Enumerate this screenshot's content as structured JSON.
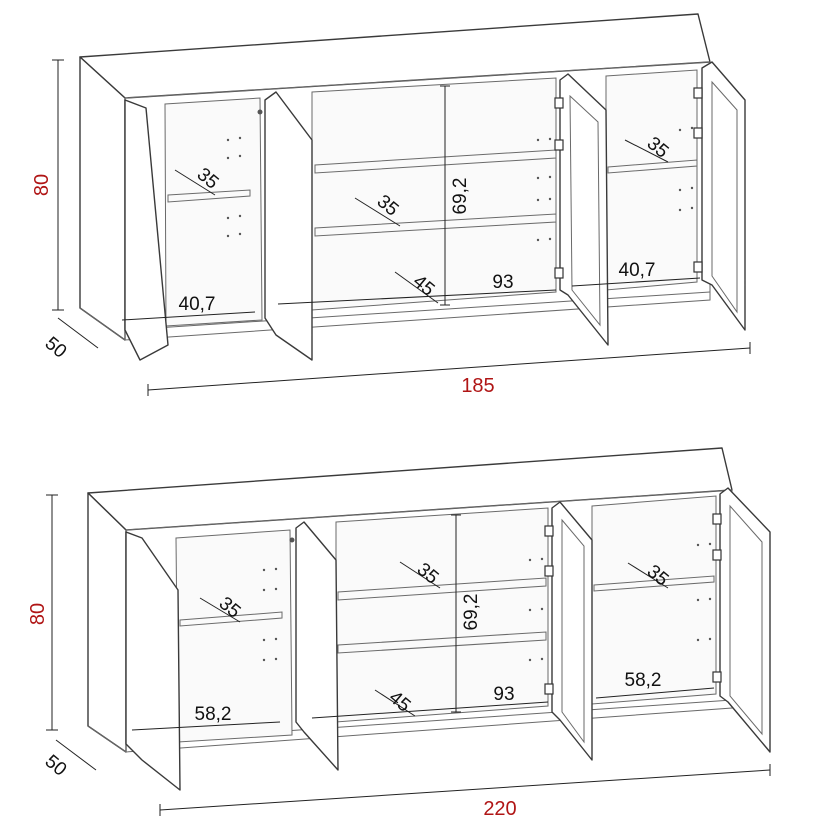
{
  "diagrams": [
    {
      "height": "80",
      "depth": "50",
      "width": "185",
      "shelf_depth_left": "35",
      "shelf_depth_middle": "35",
      "shelf_depth_right": "35",
      "interior_height": "69,2",
      "inner_depth_middle": "45",
      "inner_width_middle": "93",
      "inner_width_left": "40,7",
      "inner_width_right": "40,7"
    },
    {
      "height": "80",
      "depth": "50",
      "width": "220",
      "shelf_depth_left": "35",
      "shelf_depth_middle": "35",
      "shelf_depth_right": "35",
      "interior_height": "69,2",
      "inner_depth_middle": "45",
      "inner_width_middle": "93",
      "inner_width_left": "58,2",
      "inner_width_right": "58,2"
    }
  ],
  "colors": {
    "dimension_red": "#b01515",
    "line": "#3a3a3a"
  }
}
